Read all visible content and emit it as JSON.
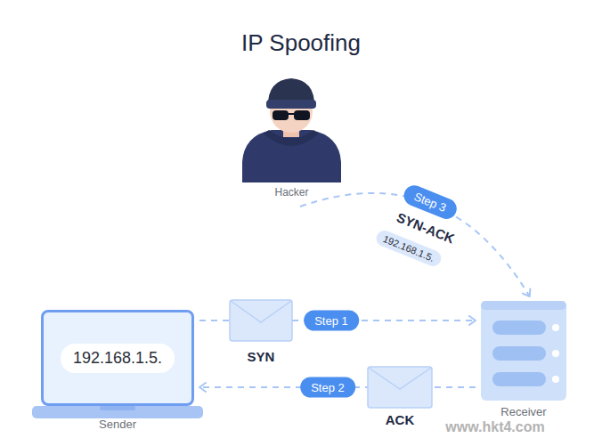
{
  "diagram": {
    "title": "IP Spoofing",
    "nodes": [
      {
        "text": [
          "Hacker"
        ]
      },
      {
        "text": [
          "192.168.1.5.",
          "Sender"
        ]
      },
      {
        "text": [
          "Receiver"
        ]
      }
    ],
    "edges": [
      {
        "from": 1,
        "to": 2,
        "arrow": "to",
        "label": "Step 1"
      },
      {
        "from": 2,
        "to": 1,
        "arrow": "to",
        "label": "Step 2"
      },
      {
        "from": 0,
        "to": 2,
        "arrow": "to",
        "label": "Step 3"
      }
    ],
    "labels": [
      "SYN",
      "ACK",
      "SYN-ACK",
      "192.168.1.5.",
      "www.hkt4.com"
    ]
  }
}
